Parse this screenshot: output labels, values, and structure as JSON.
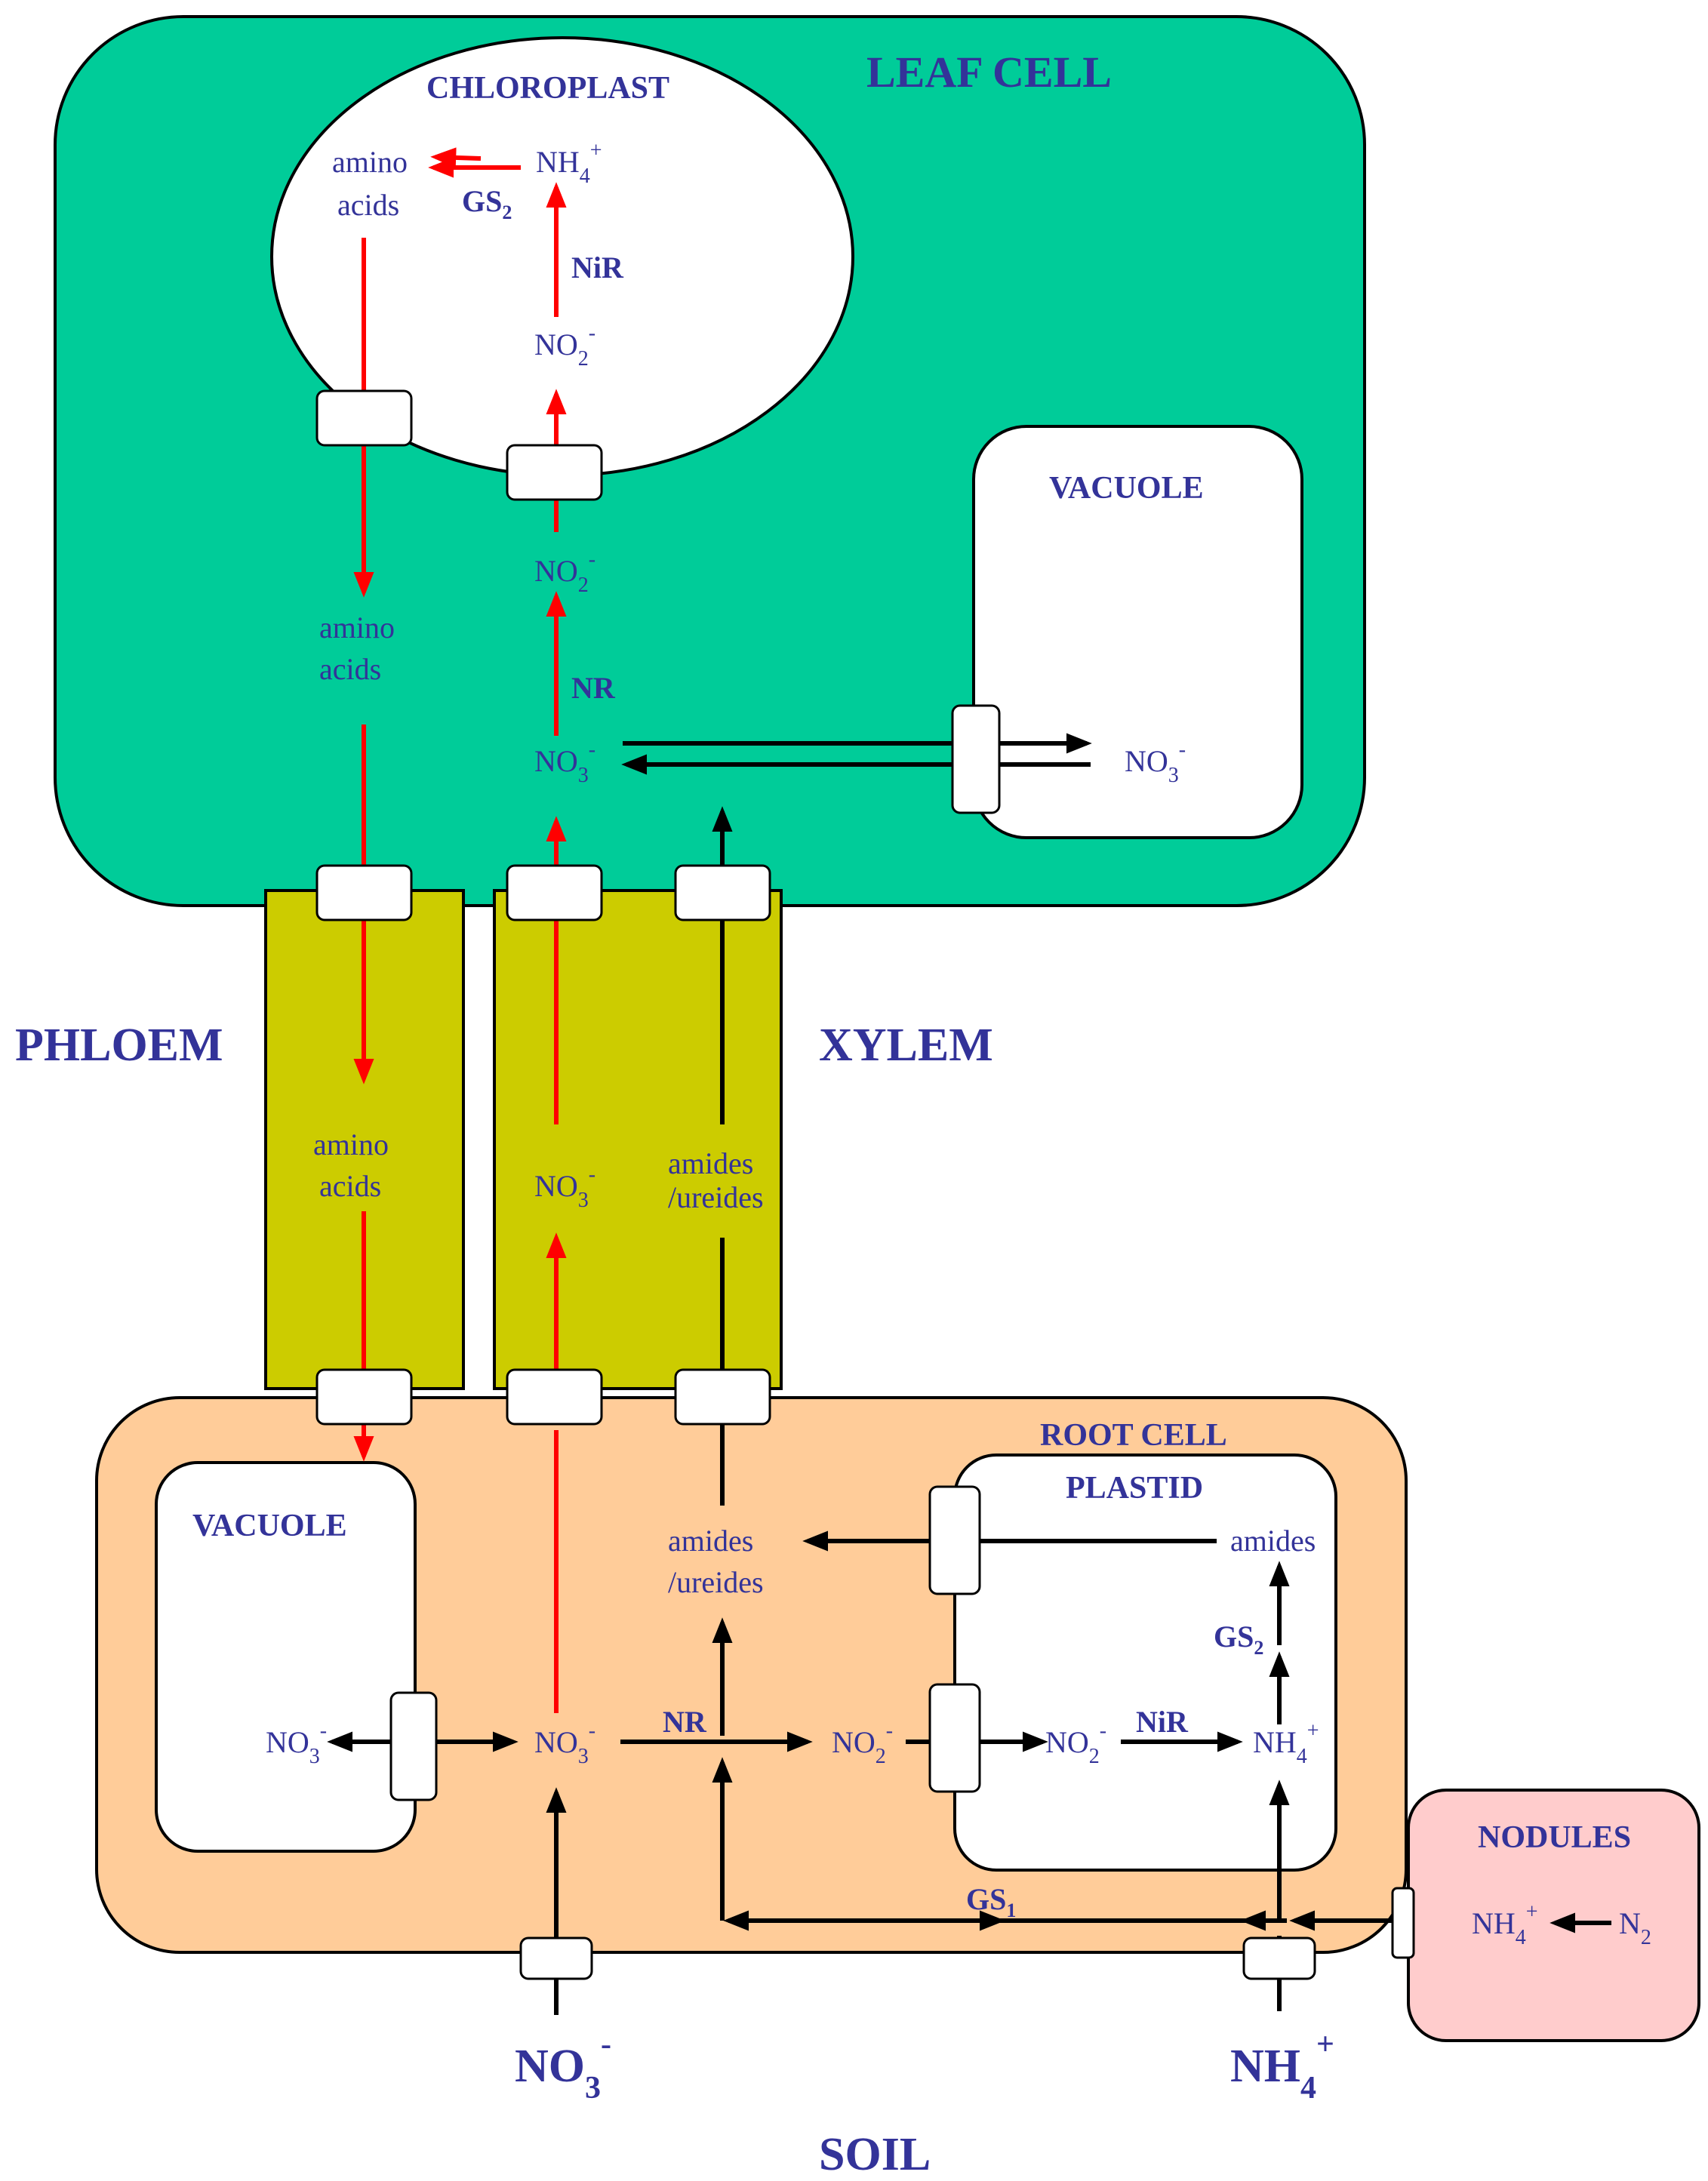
{
  "compartments": {
    "leaf_cell": "LEAF CELL",
    "chloroplast": "CHLOROPLAST",
    "leaf_vacuole": "VACUOLE",
    "phloem": "PHLOEM",
    "xylem": "XYLEM",
    "root_cell": "ROOT CELL",
    "plastid": "PLASTID",
    "root_vacuole": "VACUOLE",
    "nodules": "NODULES",
    "soil": "SOIL"
  },
  "metabolites": {
    "amino": "amino",
    "acids": "acids",
    "nh": "NH",
    "no": "NO",
    "n": "N",
    "amides": "amides",
    "ureides": "/ureides",
    "sub2": "2",
    "sub3": "3",
    "sub4": "4",
    "sub1": "1",
    "minus": "-",
    "plus": "+"
  },
  "enzymes": {
    "gs": "GS",
    "nir": "NiR",
    "nr": "NR"
  },
  "colors": {
    "leaf_cell": "#00cc99",
    "root_cell": "#ffcc99",
    "vessel": "#cccc00",
    "nodules": "#ffcccc",
    "text": "#333399",
    "red_arrow": "#ff0000",
    "black_arrow": "#000000"
  }
}
